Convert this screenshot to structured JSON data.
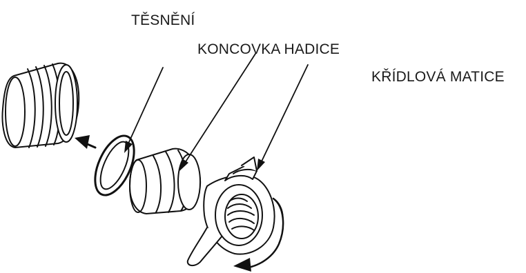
{
  "labels": {
    "seal": "TĚSNĚNÍ",
    "hose_end": "KONCOVKA HADICE",
    "wing_nut": "KŘÍDLOVÁ MATICE"
  }
}
